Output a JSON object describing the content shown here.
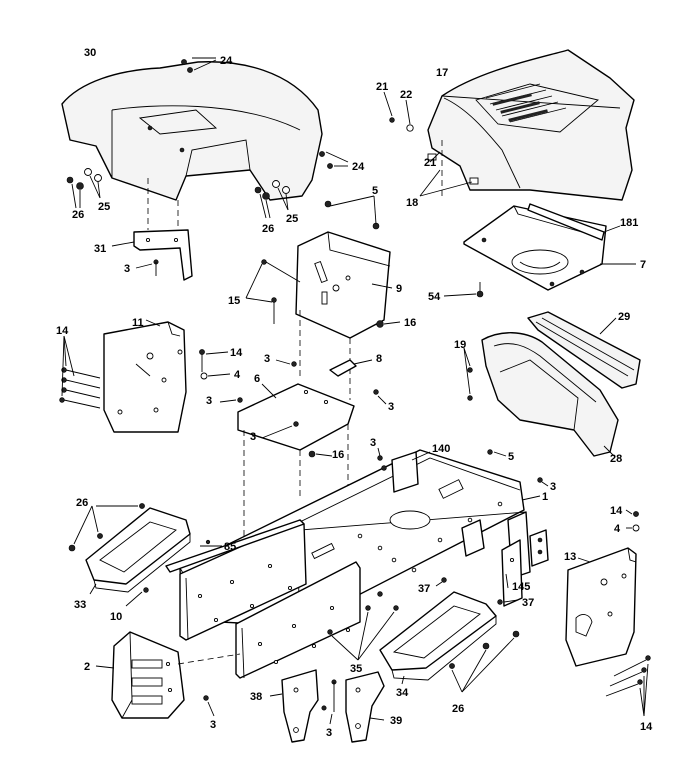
{
  "diagram": {
    "callouts": [
      {
        "id": "c-30",
        "label": "30"
      },
      {
        "id": "c-24a",
        "label": "24"
      },
      {
        "id": "c-26a",
        "label": "26"
      },
      {
        "id": "c-25a",
        "label": "25"
      },
      {
        "id": "c-24b",
        "label": "24"
      },
      {
        "id": "c-26b",
        "label": "26"
      },
      {
        "id": "c-25b",
        "label": "25"
      },
      {
        "id": "c-31",
        "label": "31"
      },
      {
        "id": "c-3a",
        "label": "3"
      },
      {
        "id": "c-21a",
        "label": "21"
      },
      {
        "id": "c-22",
        "label": "22"
      },
      {
        "id": "c-17",
        "label": "17"
      },
      {
        "id": "c-21b",
        "label": "21"
      },
      {
        "id": "c-18",
        "label": "18"
      },
      {
        "id": "c-5a",
        "label": "5"
      },
      {
        "id": "c-181",
        "label": "181"
      },
      {
        "id": "c-7",
        "label": "7"
      },
      {
        "id": "c-54",
        "label": "54"
      },
      {
        "id": "c-15a",
        "label": "15"
      },
      {
        "id": "c-9",
        "label": "9"
      },
      {
        "id": "c-16a",
        "label": "16"
      },
      {
        "id": "c-14a",
        "label": "14"
      },
      {
        "id": "c-11",
        "label": "11"
      },
      {
        "id": "c-14b",
        "label": "14"
      },
      {
        "id": "c-4a",
        "label": "4"
      },
      {
        "id": "c-3b",
        "label": "3"
      },
      {
        "id": "c-3c",
        "label": "3"
      },
      {
        "id": "c-6",
        "label": "6"
      },
      {
        "id": "c-8",
        "label": "8"
      },
      {
        "id": "c-3d",
        "label": "3"
      },
      {
        "id": "c-3e",
        "label": "3"
      },
      {
        "id": "c-16b",
        "label": "16"
      },
      {
        "id": "c-19",
        "label": "19"
      },
      {
        "id": "c-29",
        "label": "29"
      },
      {
        "id": "c-28",
        "label": "28"
      },
      {
        "id": "c-3f",
        "label": "3"
      },
      {
        "id": "c-140",
        "label": "140"
      },
      {
        "id": "c-5b",
        "label": "5"
      },
      {
        "id": "c-3g",
        "label": "3"
      },
      {
        "id": "c-1",
        "label": "1"
      },
      {
        "id": "c-26c",
        "label": "26"
      },
      {
        "id": "c-85",
        "label": "85"
      },
      {
        "id": "c-33",
        "label": "33"
      },
      {
        "id": "c-10",
        "label": "10"
      },
      {
        "id": "c-14c",
        "label": "14"
      },
      {
        "id": "c-4b",
        "label": "4"
      },
      {
        "id": "c-13",
        "label": "13"
      },
      {
        "id": "c-37a",
        "label": "37"
      },
      {
        "id": "c-145",
        "label": "145"
      },
      {
        "id": "c-37b",
        "label": "37"
      },
      {
        "id": "c-2",
        "label": "2"
      },
      {
        "id": "c-3h",
        "label": "3"
      },
      {
        "id": "c-35",
        "label": "35"
      },
      {
        "id": "c-34",
        "label": "34"
      },
      {
        "id": "c-26d",
        "label": "26"
      },
      {
        "id": "c-38",
        "label": "38"
      },
      {
        "id": "c-3i",
        "label": "3"
      },
      {
        "id": "c-39",
        "label": "39"
      },
      {
        "id": "c-14d",
        "label": "14"
      }
    ]
  }
}
